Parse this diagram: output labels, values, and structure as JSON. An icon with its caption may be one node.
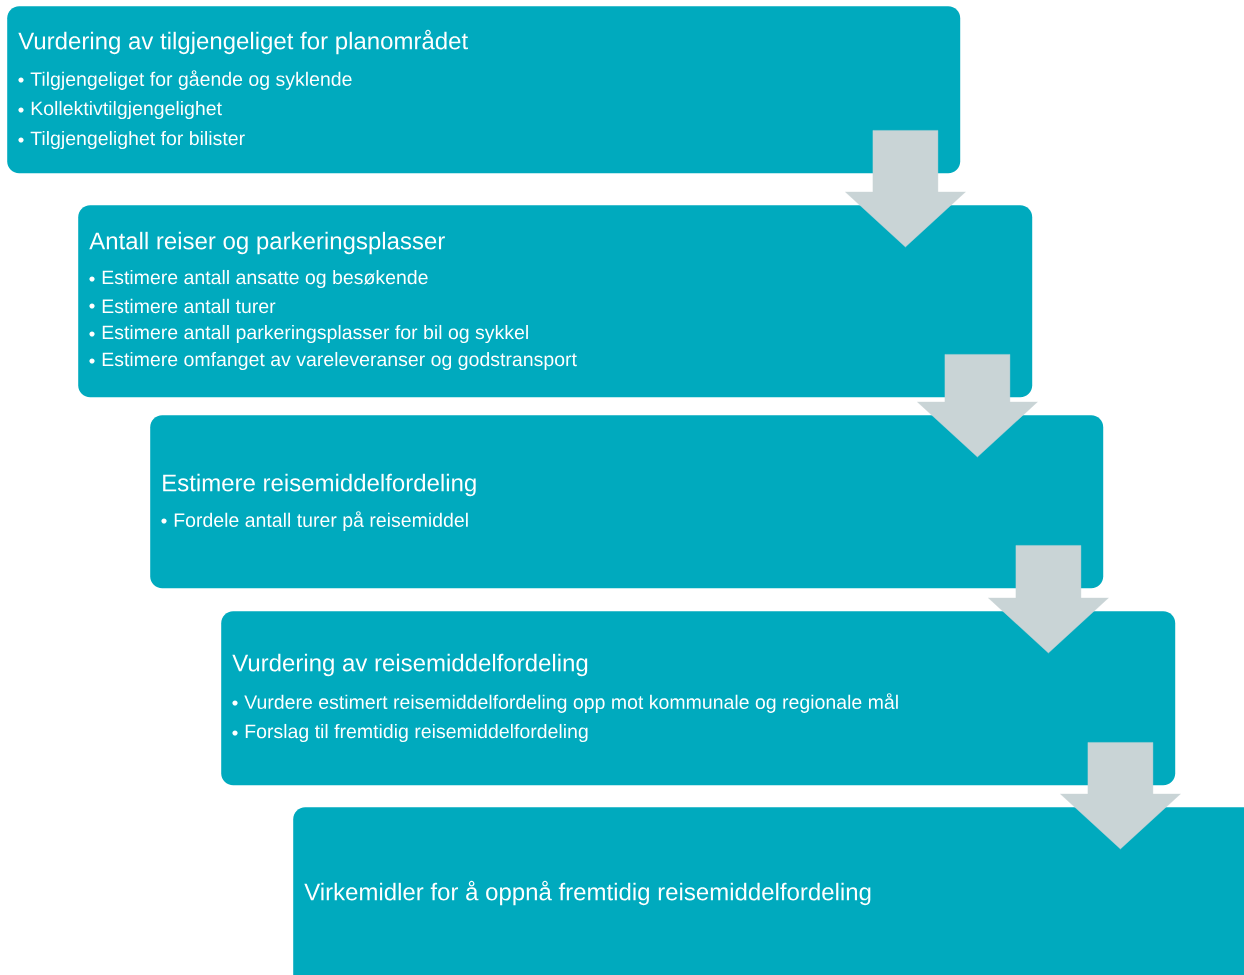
{
  "diagram": {
    "nodes": [
      {
        "text": [
          "Vurdering av tilgjengeliget for planområdet",
          "Tilgjengeliget for gående og syklende",
          "Kollektivtilgjengelighet",
          "Tilgjengelighet for bilister"
        ]
      },
      {
        "text": [
          "Antall reiser og parkeringsplasser",
          "Estimere antall ansatte og besøkende",
          "Estimere antall turer",
          "Estimere antall parkeringsplasser for bil og sykkel",
          "Estimere omfanget av vareleveranser og godstransport"
        ]
      },
      {
        "text": [
          "Estimere reisemiddelfordeling",
          "Fordele antall turer på reisemiddel"
        ]
      },
      {
        "text": [
          "Vurdering av reisemiddelfordeling",
          "Vurdere estimert reisemiddelfordeling opp mot kommunale og regionale mål",
          "Forslag til fremtidig reisemiddelfordeling"
        ]
      },
      {
        "text": [
          "Virkemidler for å oppnå fremtidig reisemiddelfordeling"
        ]
      }
    ],
    "edges": [
      {
        "from": 0,
        "to": 1,
        "arrow": "to"
      },
      {
        "from": 1,
        "to": 2,
        "arrow": "to"
      },
      {
        "from": 2,
        "to": 3,
        "arrow": "to"
      },
      {
        "from": 3,
        "to": 4,
        "arrow": "to"
      }
    ]
  }
}
